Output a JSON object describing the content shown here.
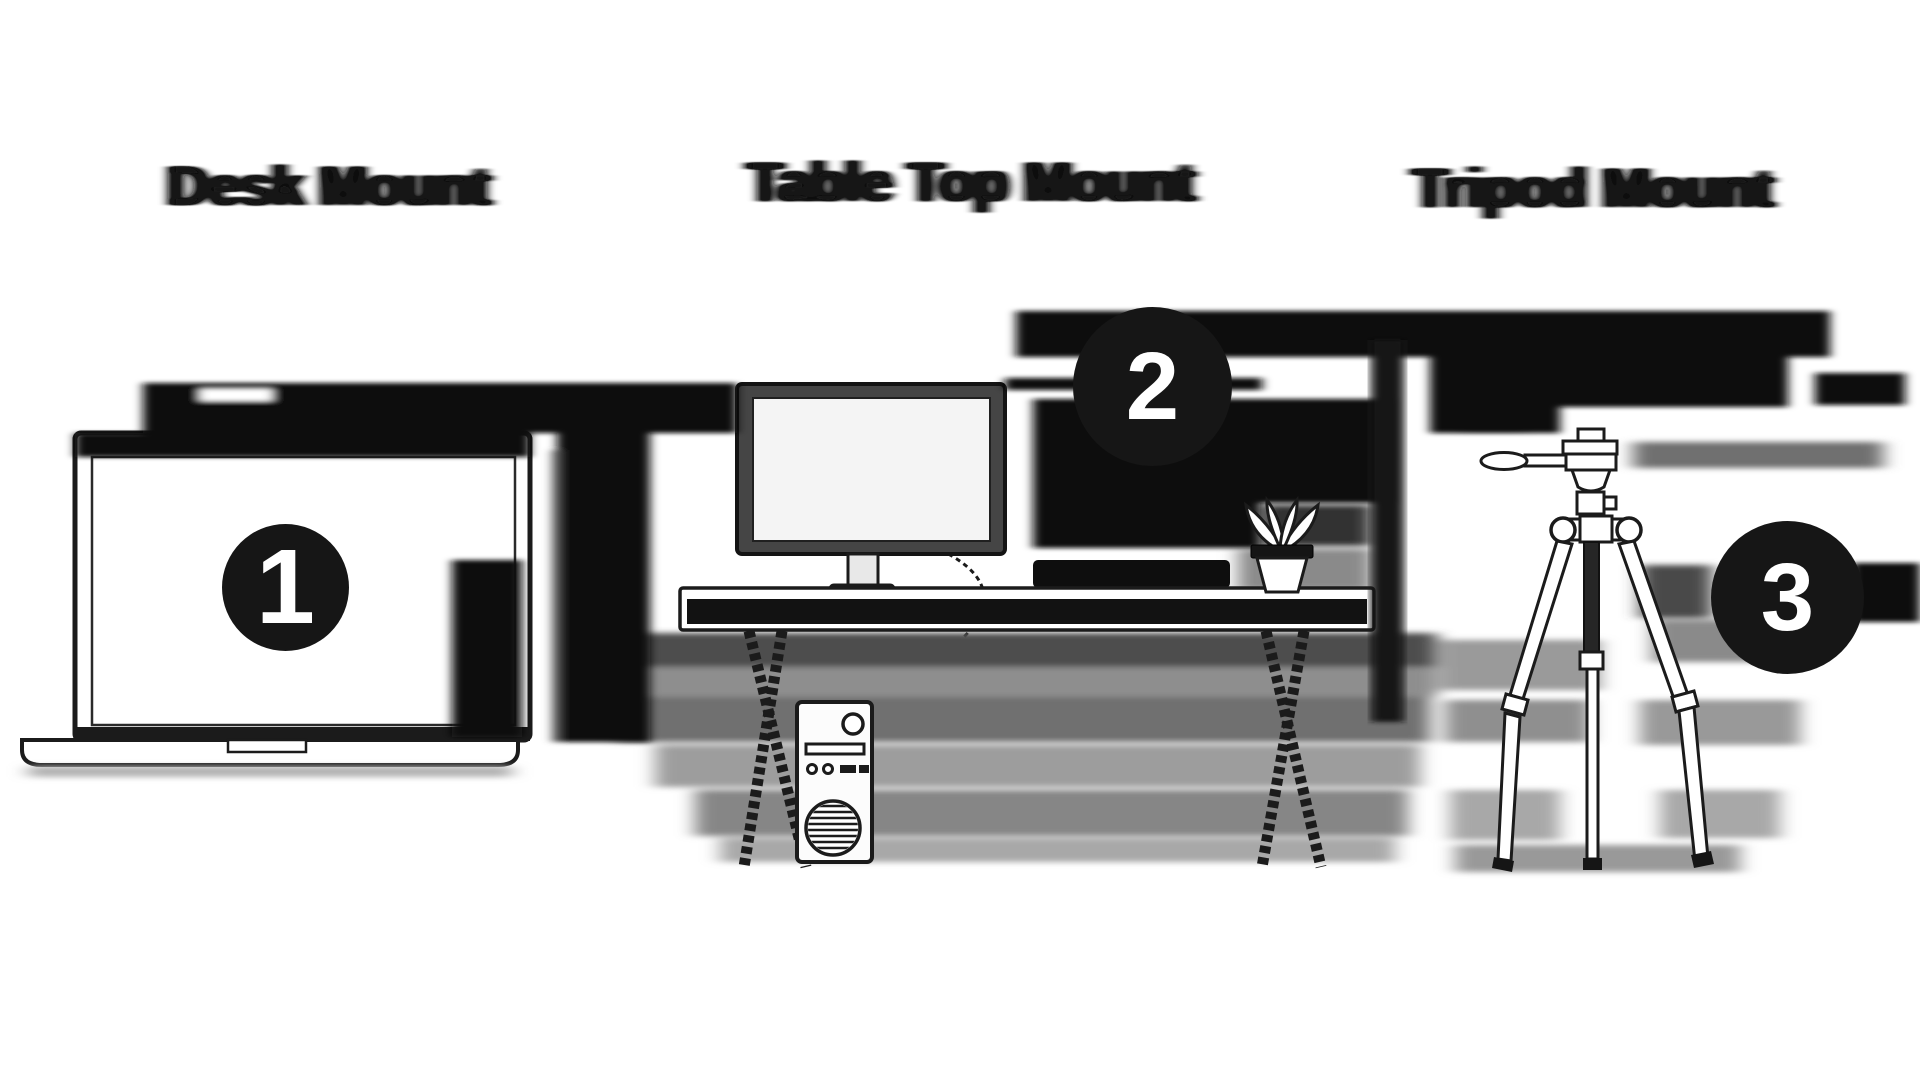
{
  "diagram": {
    "sections": [
      {
        "label": "Desk Mount",
        "badge": "1",
        "illustration": "laptop-with-clipped-webcam"
      },
      {
        "label": "Table Top Mount",
        "badge": "2",
        "illustration": "desk-with-monitor-pc-tower-plant-and-tabletop-webcam"
      },
      {
        "label": "Tripod Mount",
        "badge": "3",
        "illustration": "camera-tripod-with-pan-handle"
      }
    ]
  },
  "colors": {
    "background": "#ffffff",
    "ink": "#1b1b1b",
    "badge_fill": "#161616",
    "badge_text": "#ffffff",
    "screen_fill": "#f4f4f4",
    "monitor_frame": "#454545",
    "smear_dark": "#111111",
    "smear_gray": "#8a8a8a"
  },
  "effects": {
    "motion_blur": "heavy horizontal smear streaks across labels and artwork"
  }
}
